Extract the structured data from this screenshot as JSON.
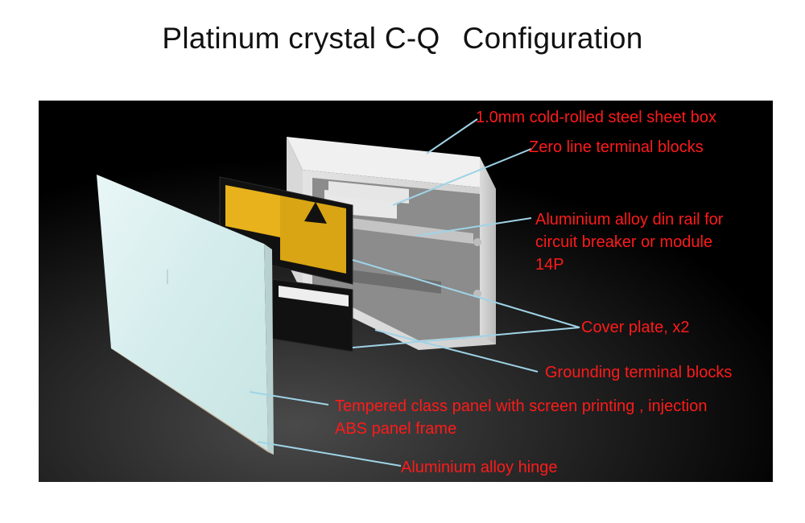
{
  "title": {
    "product": "Platinum crystal C-Q",
    "section": "Configuration"
  },
  "colors": {
    "label_text": "#ff1a1a",
    "leader_line": "#9fd3e6",
    "background": "#000000"
  },
  "callouts": {
    "steel_box": "1.0mm cold-rolled steel sheet  box",
    "zero_line": "Zero line terminal blocks",
    "din_rail_1": "Aluminium alloy din rail for",
    "din_rail_2": "circuit breaker or module",
    "din_rail_3": "14P",
    "cover_plate": "Cover plate, x2",
    "grounding": "Grounding terminal blocks",
    "glass_panel_1": "Tempered class panel with screen printing , injection",
    "glass_panel_2": "ABS panel frame",
    "hinge": "Aluminium alloy hinge"
  }
}
